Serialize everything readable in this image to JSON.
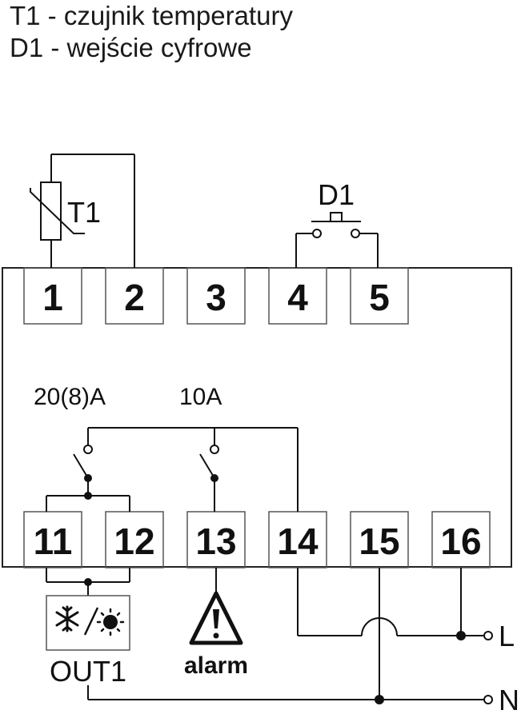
{
  "legend": {
    "line1": "T1 - czujnik temperatury",
    "line2": "D1 - wejście cyfrowe"
  },
  "sensor_label": "T1",
  "digital_input_label": "D1",
  "top_terminals": [
    "1",
    "2",
    "3",
    "4",
    "5"
  ],
  "bottom_terminals": [
    "11",
    "12",
    "13",
    "14",
    "15",
    "16"
  ],
  "relay_ratings": {
    "out1": "20(8)A",
    "alarm": "10A"
  },
  "outputs": {
    "out1": "OUT1",
    "alarm": "alarm"
  },
  "supply": {
    "line": "L",
    "neutral": "N"
  },
  "icons": [
    "thermistor-icon",
    "push-button-icon",
    "snowflake-icon",
    "sun-icon",
    "warning-triangle-icon"
  ]
}
